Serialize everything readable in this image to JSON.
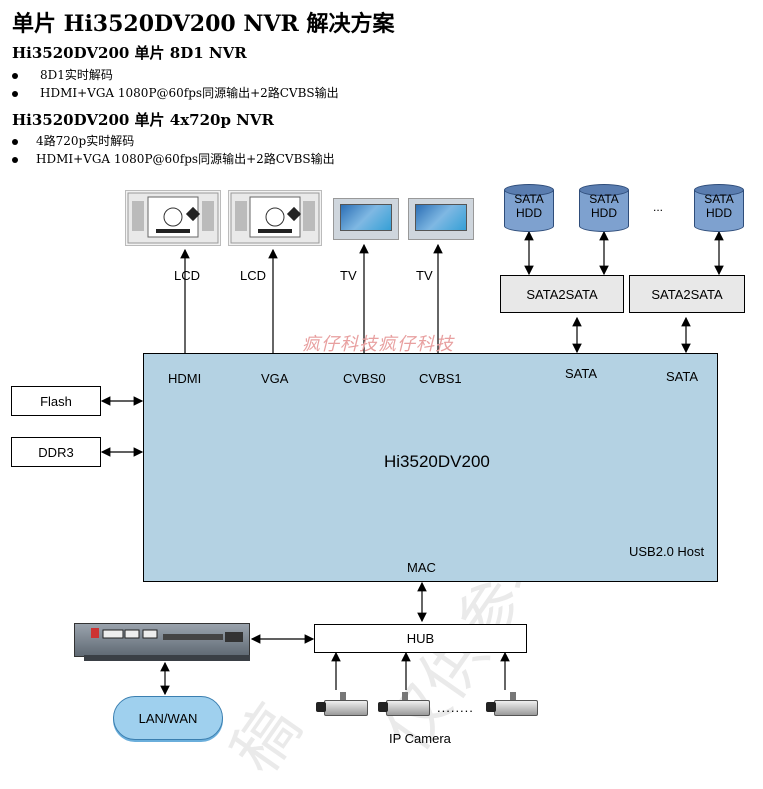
{
  "title": "单片 Hi3520DV200 NVR 解决方案",
  "sections": [
    {
      "heading": "Hi3520DV200 单片 8D1 NVR",
      "bullets": [
        "8D1实时解码",
        "HDMI+VGA 1080P@60fps同源输出+2路CVBS输出"
      ]
    },
    {
      "heading": "Hi3520DV200 单片 4x720p NVR",
      "bullets": [
        "4路720p实时解码",
        "HDMI+VGA 1080P@60fps同源输出+2路CVBS输出"
      ]
    }
  ],
  "diagram": {
    "chip": "Hi3520DV200",
    "ports": {
      "hdmi": "HDMI",
      "vga": "VGA",
      "cvbs0": "CVBS0",
      "cvbs1": "CVBS1",
      "sata_left": "SATA",
      "sata_right": "SATA",
      "usb": "USB2.0 Host",
      "mac": "MAC"
    },
    "displays": {
      "lcd1": "LCD",
      "lcd2": "LCD",
      "tv1": "TV",
      "tv2": "TV"
    },
    "memory": {
      "flash": "Flash",
      "ddr": "DDR3"
    },
    "storage": {
      "hdd1_line1": "SATA",
      "hdd1_line2": "HDD",
      "hdd2_line1": "SATA",
      "hdd2_line2": "HDD",
      "hdd_ellipsis": "...",
      "hdd3_line1": "SATA",
      "hdd3_line2": "HDD",
      "bridge_left": "SATA2SATA",
      "bridge_right": "SATA2SATA"
    },
    "network": {
      "hub": "HUB",
      "cloud": "LAN/WAN",
      "cameras_label": "IP Camera",
      "camera_dots": "........"
    },
    "watermark": "疯仔科技疯仔科技"
  },
  "colors": {
    "chip_fill": "#b4d2e3",
    "hdd_fill": "#7ea1cf",
    "bridge_fill": "#e8e8e8",
    "watermark": "#e8a0a0"
  },
  "icons": [
    "lcd-monitor-icon",
    "tv-icon",
    "hdd-cylinder-icon",
    "router-icon",
    "cloud-icon",
    "ip-camera-icon"
  ]
}
